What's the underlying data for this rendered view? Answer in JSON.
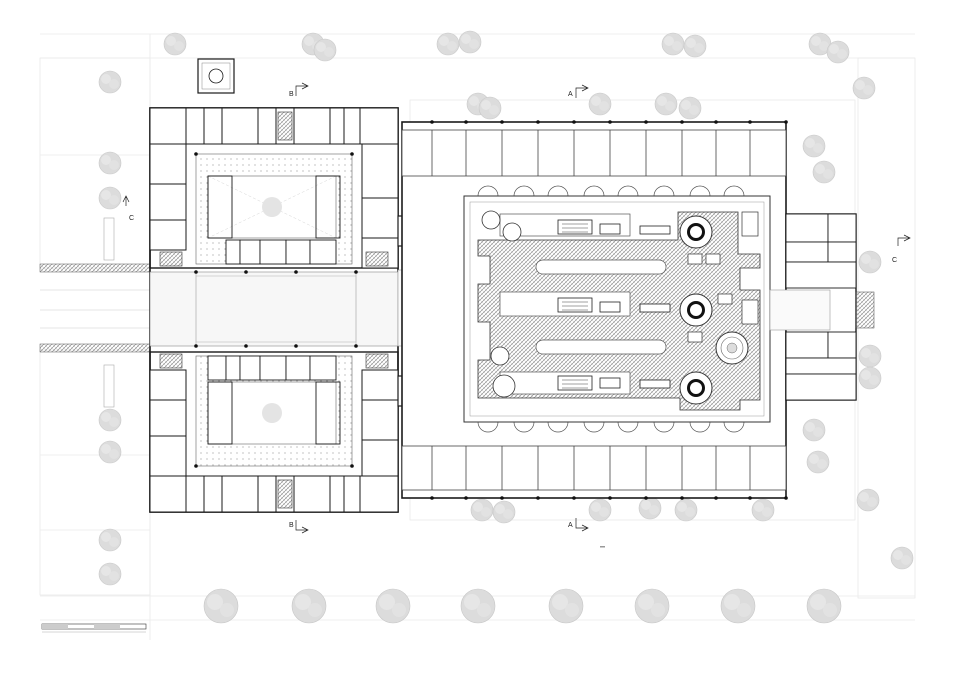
{
  "section_marks": {
    "a_top": "A",
    "a_bottom": "A",
    "b_top": "B",
    "b_bottom": "B",
    "c_left": "C",
    "c_right": "C"
  },
  "legend": {
    "visible": true
  },
  "colors": {
    "wall": "#1a1a1a",
    "tree": "#d6d6d6",
    "hatch": "#8a8a8a",
    "ground_line": "#e6e6e6"
  }
}
